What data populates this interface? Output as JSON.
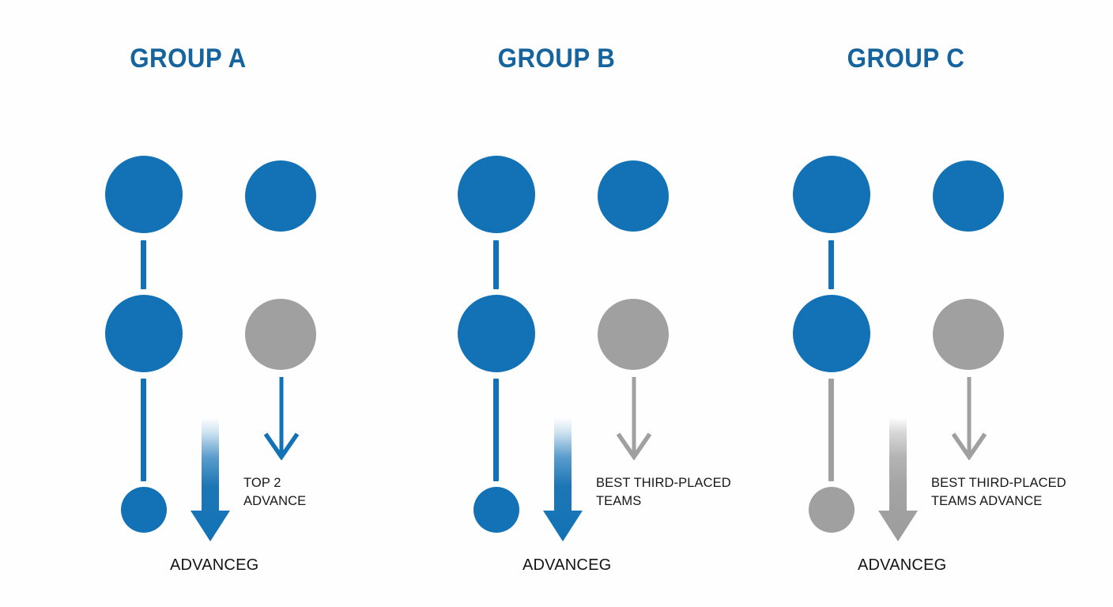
{
  "diagram": {
    "title_color": "#16649e",
    "blue": "#1272b5",
    "gray": "#a0a0a0",
    "background": "#ffffff"
  },
  "groups": [
    {
      "title": "GROUP A",
      "left_column": {
        "node_1_color": "blue",
        "node_2_color": "blue",
        "node_3_color": "blue",
        "connector_top_color": "blue",
        "connector_bottom_color": "blue"
      },
      "right_column": {
        "node_1_color": "blue",
        "node_2_color": "gray",
        "arrow_color": "blue"
      },
      "thick_arrow_color": "blue",
      "side_note": "TOP 2\nADVANCE",
      "bottom_caption": "ADVANCEG"
    },
    {
      "title": "GROUP B",
      "left_column": {
        "node_1_color": "blue",
        "node_2_color": "blue",
        "node_3_color": "blue",
        "connector_top_color": "blue",
        "connector_bottom_color": "blue"
      },
      "right_column": {
        "node_1_color": "blue",
        "node_2_color": "gray",
        "arrow_color": "gray"
      },
      "thick_arrow_color": "blue",
      "side_note": "BEST THIRD-PLACED\nTEAMS",
      "bottom_caption": "ADVANCEG"
    },
    {
      "title": "GROUP C",
      "left_column": {
        "node_1_color": "blue",
        "node_2_color": "blue",
        "node_3_color": "gray",
        "connector_top_color": "blue",
        "connector_bottom_color": "gray"
      },
      "right_column": {
        "node_1_color": "blue",
        "node_2_color": "gray",
        "arrow_color": "gray"
      },
      "thick_arrow_color": "gray",
      "side_note": "BEST THIRD-PLACED\nTEAMS ADVANCE",
      "bottom_caption": "ADVANCEG"
    }
  ]
}
